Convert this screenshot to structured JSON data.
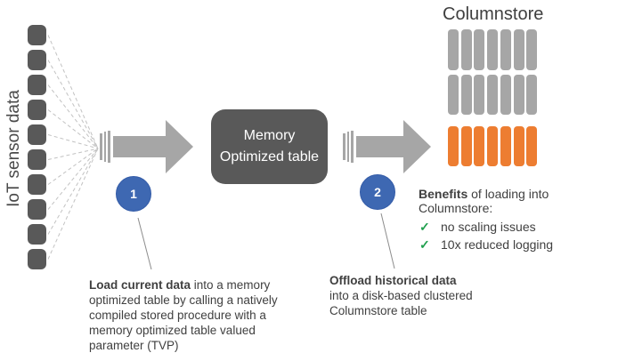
{
  "colors": {
    "dark_gray": "#595959",
    "arrow_gray": "#A6A6A6",
    "orange": "#ED7D31",
    "blue": "#3E68B2",
    "text_dark": "#404040",
    "check_green": "#21A04F",
    "dash_gray": "#C2C2C2",
    "leader_gray": "#8C8C8C"
  },
  "sensors": {
    "label": "IoT sensor data",
    "count": 10
  },
  "steps": {
    "one": "1",
    "two": "2"
  },
  "memory_box": {
    "line1": "Memory",
    "line2": "Optimized table"
  },
  "columnstore": {
    "title": "Columnstore",
    "columns": 7,
    "gray_rows": 2,
    "orange_rows": 1
  },
  "benefits": {
    "heading_bold": "Benefits",
    "heading_rest": " of loading into Columnstore:",
    "items": [
      {
        "check": "✓",
        "text": "no scaling issues"
      },
      {
        "check": "✓",
        "text": "10x  reduced logging"
      }
    ]
  },
  "note1": {
    "bold": "Load current data",
    "rest": " into a memory optimized table by calling a natively compiled stored procedure with a memory optimized table valued parameter (TVP)"
  },
  "note2": {
    "bold": "Offload historical data",
    "rest": "into a disk-based clustered Columnstore table"
  }
}
